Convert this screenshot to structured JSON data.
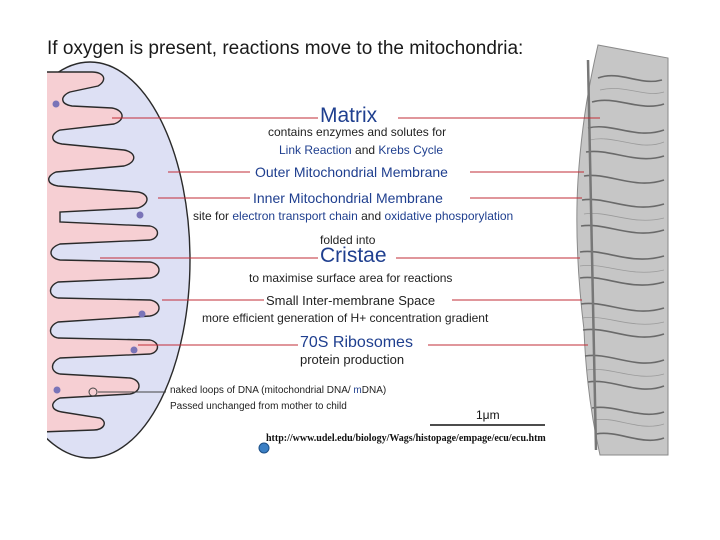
{
  "title": "If oxygen is present, reactions move to the mitochondria:",
  "labels": {
    "matrix": "Matrix",
    "matrix_desc_a": "contains enzymes and solutes for",
    "matrix_link": "Link Reaction",
    "matrix_and": " and ",
    "matrix_krebs": "Krebs Cycle",
    "outer": "Outer Mitochondrial Membrane",
    "inner": "Inner Mitochondrial Membrane",
    "inner_site": "site for ",
    "inner_etc": "electron transport chain",
    "inner_and": " and ",
    "inner_ox": "oxidative phosporylation",
    "folded": "folded into",
    "cristae": "Cristae",
    "cristae_desc": "to maximise surface area for reactions",
    "space": "Small Inter-membrane Space",
    "space_desc": "more efficient generation of H+ concentration gradient",
    "ribosomes": "70S Ribosomes",
    "ribosomes_desc": "protein production",
    "dna_a": "naked loops of DNA (mitochondrial DNA/ ",
    "dna_m": "m",
    "dna_b": "DNA)",
    "dna_c": "Passed unchanged from mother to child"
  },
  "scale_bar": "1μm",
  "source_url": "http://www.udel.edu/biology/Wags/histopage/empage/ecu/ecu.htm",
  "colors": {
    "outer_fill": "#dde0f4",
    "matrix_fill": "#f6cfd3",
    "line_red": "#c22d37",
    "label_blue": "#1f3f8f",
    "ribosome": "#7a74b8"
  }
}
